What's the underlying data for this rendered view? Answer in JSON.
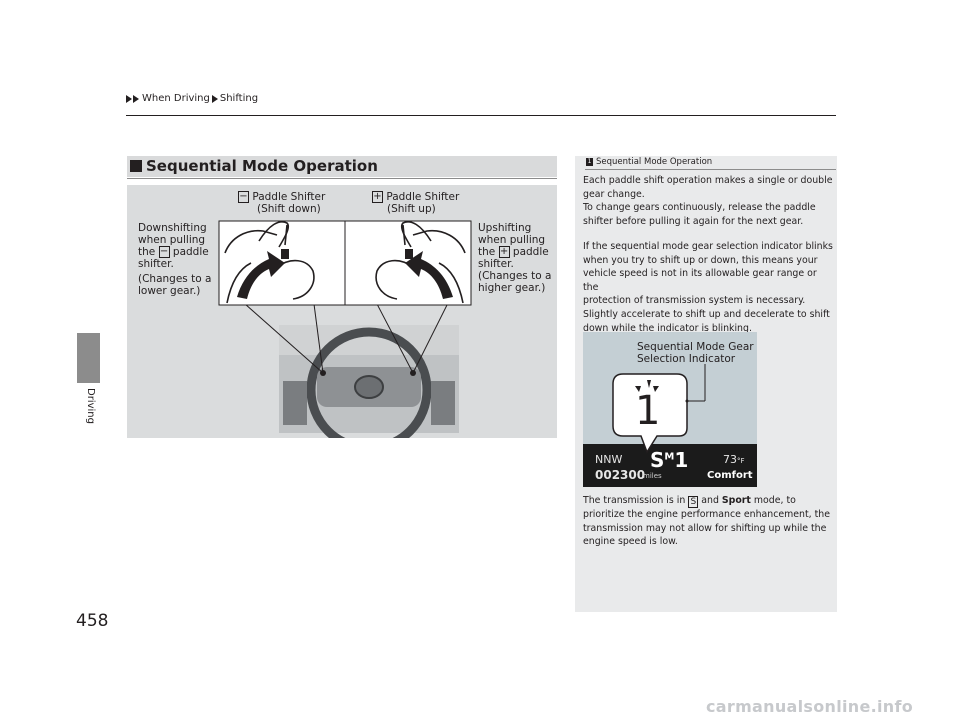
{
  "breadcrumb": [
    "When Driving",
    "Shifting"
  ],
  "side_tab": {
    "label": "Driving"
  },
  "page_number": "458",
  "section": {
    "title": "Sequential Mode Operation"
  },
  "figure": {
    "minus_symbol": "−",
    "plus_symbol": "+",
    "label_minus_shifter": [
      "Paddle Shifter",
      "(Shift down)"
    ],
    "label_plus_shifter": [
      "Paddle Shifter",
      "(Shift up)"
    ],
    "downshift": [
      "Downshifting",
      "when pulling",
      "the",
      "paddle",
      "shifter.",
      "(Changes to a",
      "lower gear.)"
    ],
    "upshift": [
      "Upshifting",
      "when pulling",
      "the",
      "paddle",
      "shifter.",
      "(Changes to a",
      "higher gear.)"
    ]
  },
  "sidebar": {
    "heading_num": "1",
    "heading": "Sequential Mode Operation",
    "p1": [
      "Each paddle shift operation makes a single or double",
      "gear change.",
      "To change gears continuously, release the paddle",
      "shifter before pulling it again for the next gear."
    ],
    "p2": [
      "If the sequential mode gear selection indicator blinks",
      "when you try to shift up or down, this means your",
      "vehicle speed is not in its allowable gear range or the",
      "protection of transmission system is necessary.",
      "Slightly accelerate to shift up and decelerate to shift",
      "down while the indicator is blinking."
    ],
    "indicator_label": [
      "Sequential Mode Gear",
      "Selection Indicator"
    ],
    "display": {
      "gear_big": "1",
      "compass": "NNW",
      "odometer": "002300",
      "odo_unit": "miles",
      "mode": "S",
      "mode_sup": "M",
      "gear": "1",
      "temp": "73",
      "temp_unit": "°F",
      "drive_mode": "Comfort"
    },
    "p3_a": "The transmission is in",
    "p3_box": "S",
    "p3_b": "and",
    "p3_sport": "Sport",
    "p3_c": "mode, to",
    "p3_lines": [
      "prioritize the engine performance enhancement, the",
      "transmission may not allow for shifting up while the",
      "engine speed is low."
    ]
  },
  "watermark": "carmanualsonline.info"
}
